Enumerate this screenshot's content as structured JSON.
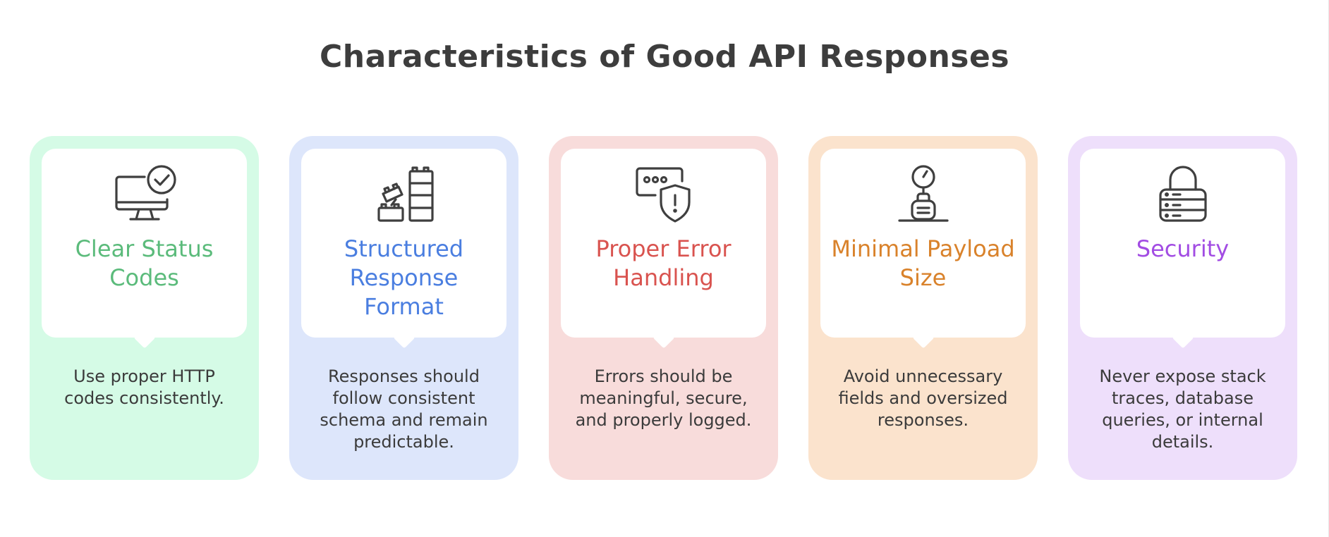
{
  "title": "Characteristics of Good API Responses",
  "cards": [
    {
      "title": "Clear Status Codes",
      "description": "Use proper HTTP codes consistently.",
      "icon": "monitor-check-icon",
      "accent": "#5bbb7b",
      "background": "#d5fbe6"
    },
    {
      "title": "Structured Response Format",
      "description": "Responses should follow consistent schema and remain predictable.",
      "icon": "building-blocks-icon",
      "accent": "#4a7ee0",
      "background": "#dde6fb"
    },
    {
      "title": "Proper Error Handling",
      "description": "Errors should be meaningful, secure, and properly logged.",
      "icon": "error-shield-icon",
      "accent": "#d9534f",
      "background": "#f8dcdb"
    },
    {
      "title": "Minimal Payload Size",
      "description": "Avoid unnecessary fields and oversized responses.",
      "icon": "weighing-scale-icon",
      "accent": "#d9822b",
      "background": "#fbe3cd"
    },
    {
      "title": "Security",
      "description": "Never expose stack traces, database queries, or internal details.",
      "icon": "lock-database-icon",
      "accent": "#a24ce3",
      "background": "#eedffb"
    }
  ]
}
